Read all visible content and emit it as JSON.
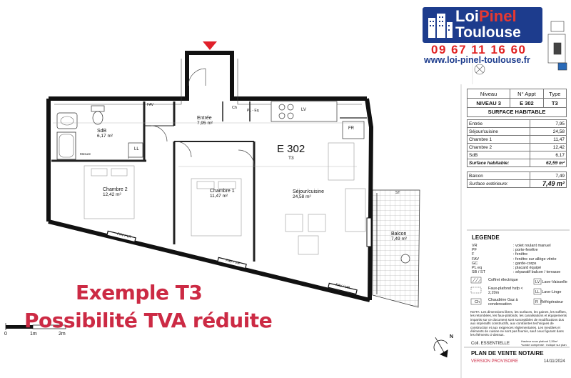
{
  "brand": {
    "name_part1": "Loi",
    "name_part2": "Pinel",
    "name_line2": "Toulouse",
    "phone": "09 67 11 16 60",
    "website": "www.loi-pinel-toulouse.fr",
    "colors": {
      "brand_blue": "#1d3c8d",
      "brand_red": "#e53932",
      "promo": "#cc2a44"
    }
  },
  "plan": {
    "apartment_id": "E 302",
    "apartment_type": "T3",
    "rooms": [
      {
        "name": "Entrée",
        "area": "7,95 m²"
      },
      {
        "name": "SdB",
        "area": "6,17 m²"
      },
      {
        "name": "Chambre 2",
        "area": "12,42 m²"
      },
      {
        "name": "Chambre 1",
        "area": "11,47 m²"
      },
      {
        "name": "Séjour/cuisine",
        "area": "24,58 m²"
      },
      {
        "name": "Balcon",
        "area": "7,49 m²"
      }
    ],
    "fixtures": [
      "LL",
      "LV",
      "FR",
      "Ch",
      "PL - Eq",
      "ST",
      "FAV",
      "Mesure"
    ],
    "window_labels": [
      "FAV / VR",
      "FAV / VR",
      "FAV / VR"
    ],
    "scale_labels": [
      "0",
      "1m",
      "2m"
    ],
    "north": "N"
  },
  "promo": {
    "line1": "Exemple T3",
    "line2": "Possibilité TVA réduite"
  },
  "panel": {
    "headers": [
      "Niveau",
      "N° Appt",
      "Type"
    ],
    "values": [
      "NIVEAU 3",
      "E 302",
      "T3"
    ],
    "surface_title": "SURFACE HABITABLE",
    "surfaces": [
      {
        "room": "Entrée",
        "area": "7,95"
      },
      {
        "room": "Séjour/cuisine",
        "area": "24,58"
      },
      {
        "room": "Chambre 1",
        "area": "11,47"
      },
      {
        "room": "Chambre 2",
        "area": "12,42"
      },
      {
        "room": "SdB",
        "area": "6,17"
      }
    ],
    "habitable_label": "Surface habitable:",
    "habitable_total": "62,59 m²",
    "balcon_label": "Balcon",
    "balcon_area": "7,49",
    "exterior_label": "Surface extérieure:",
    "exterior_total": "7,49 m²"
  },
  "legend": {
    "title": "LEGENDE",
    "abbreviations": [
      {
        "code": "VR",
        "text": ": volet roulant manuel"
      },
      {
        "code": "PF",
        "text": ": porte-fenêtre"
      },
      {
        "code": "F",
        "text": ": fenêtre"
      },
      {
        "code": "FAV",
        "text": ": fenêtre sur allège vitrée"
      },
      {
        "code": "GC",
        "text": ": garde-corps"
      },
      {
        "code": "PL eq",
        "text": ": placard équipé"
      },
      {
        "code": "SB / ST",
        "text": ": séparatif balcon / terrasse"
      }
    ],
    "symbols": [
      {
        "text": "Coffret électrique"
      },
      {
        "text": "Faux-plafond hsfp < 2,20m"
      },
      {
        "text": "Chaudière Gaz à condensation",
        "code": "Ch"
      }
    ],
    "appliances": [
      {
        "code": "LV",
        "text": "Lave-Vaisselle"
      },
      {
        "code": "LL",
        "text": "Lave-Linge"
      },
      {
        "code": "R",
        "text": "Réfrigérateur"
      }
    ],
    "note": "NOTA: Les dimensions libres, les surfaces, les gaines, les soffites, les retombées, les faux-plafonds, les canalisations et équipements impartis sur ce document sont susceptibles de modifications dus aux impératifs constructifs, aux contraintes techniques de construction et aux exigences réglementaires. Les meubles et éléments de cuisine ne sont pas fournis, sauf ceux figurant dans les éléments ci-dessus.",
    "coll_label": "Coll. ESSENTIELLE",
    "coll_note": "Hauteur sous plafond 2,50m* *sonde compensé : indiqué sur plan",
    "doc_title": "PLAN DE VENTE NOTAIRE",
    "version": "VERSION PROVISOIRE",
    "date": "14/11/2024"
  }
}
